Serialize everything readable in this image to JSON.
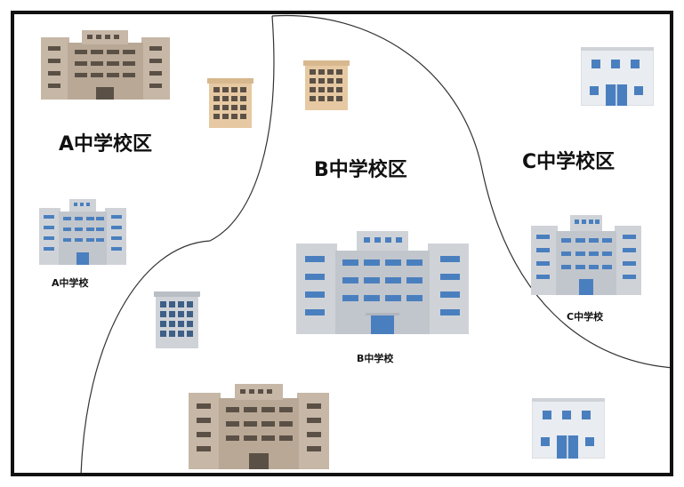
{
  "districts": {
    "a": "A中学校区",
    "b": "B中学校区",
    "c": "C中学校区"
  },
  "schools": {
    "a": "A中学校",
    "b": "B中学校",
    "c": "C中学校"
  },
  "colors": {
    "brown_building": "#c6b7a6",
    "tan_building": "#e6c9a2",
    "gray_building": "#cfd3d8",
    "window_blue": "#4a7fbf",
    "window_dark": "#5b5046",
    "border": "#111111",
    "boundary_line": "#333333"
  },
  "icons": {
    "large_school": "school-building-icon",
    "apartment": "apartment-building-icon",
    "house": "small-building-icon"
  }
}
